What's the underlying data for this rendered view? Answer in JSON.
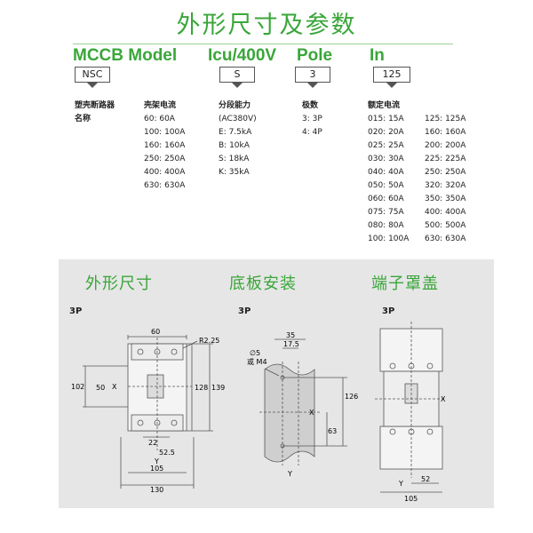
{
  "title": "外形尺寸及参数",
  "model_table": {
    "headers": [
      "MCCB Model",
      "Icu/400V",
      "Pole",
      "In"
    ],
    "codes": [
      "NSC",
      "S",
      "3",
      "125"
    ],
    "model_name": [
      "塑壳断路器",
      "名称"
    ],
    "frame": {
      "label": "壳架电流",
      "items": [
        "60: 60A",
        "100: 100A",
        "160: 160A",
        "250: 250A",
        "400: 400A",
        "630: 630A"
      ]
    },
    "capacity": {
      "label": [
        "分段能力",
        "(AC380V)"
      ],
      "items": [
        "E: 7.5kA",
        "B: 10kA",
        "S: 18kA",
        "K: 35kA"
      ]
    },
    "poles": {
      "label": "极数",
      "items": [
        "3: 3P",
        "4: 4P"
      ]
    },
    "rated": {
      "label": "额定电流",
      "col1": [
        "015: 15A",
        "020: 20A",
        "025: 25A",
        "030: 30A",
        "040: 40A",
        "050: 50A",
        "060: 60A",
        "075: 75A",
        "080: 80A",
        "100: 100A"
      ],
      "col2": [
        "125: 125A",
        "160: 160A",
        "200: 200A",
        "225: 225A",
        "250: 250A",
        "320: 320A",
        "350: 350A",
        "400: 400A",
        "500: 500A",
        "630: 630A"
      ]
    }
  },
  "sections": {
    "dimensions": {
      "title": "外形尺寸",
      "pole": "3P",
      "labels": {
        "w60": "60",
        "r": "R2.25",
        "h102": "102",
        "x50": "50",
        "x": "X",
        "h128": "128",
        "h139": "139",
        "w22": "22",
        "w525": "52.5",
        "y": "Y",
        "w105": "105",
        "w130": "130"
      }
    },
    "mounting": {
      "title": "底板安装",
      "pole": "3P",
      "labels": {
        "w35": "35",
        "w175": "17.5",
        "hole1": "∅5",
        "hole2": "或 M4",
        "h126": "126",
        "x": "X",
        "h63": "63",
        "y": "Y"
      }
    },
    "terminal": {
      "title": "端子罩盖",
      "pole": "3P",
      "labels": {
        "x": "X",
        "y": "Y",
        "w52": "52",
        "w105": "105"
      }
    }
  },
  "colors": {
    "accent": "#3aa63a",
    "panel": "#e6e6e6",
    "drawing": "#555555",
    "hatch": "#cfcfcf"
  }
}
